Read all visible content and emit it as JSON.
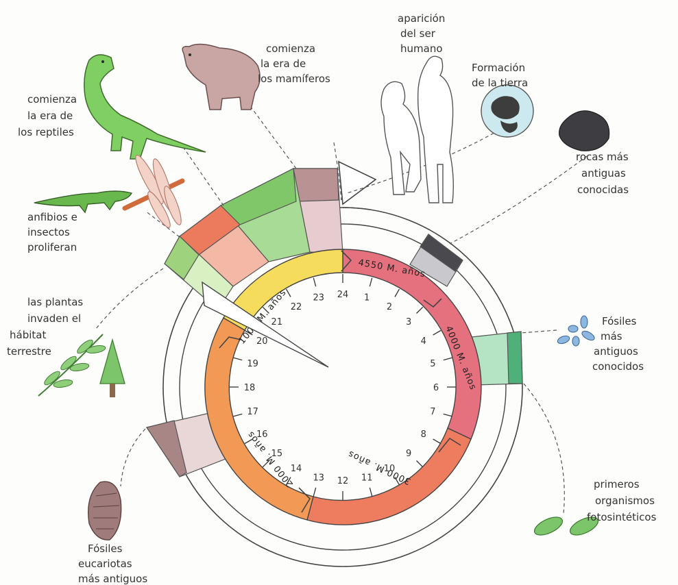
{
  "labels": {
    "humano": [
      "aparición",
      "del ser",
      "humano"
    ],
    "tierra": [
      "Formación",
      "de la tierra"
    ],
    "rocas": [
      "rocas más",
      "antiguas",
      "conocidas"
    ],
    "fosiles": [
      "Fósiles",
      "más",
      "antiguos",
      "conocidos"
    ],
    "fotosinteticos": [
      "primeros",
      "organismos",
      "fotosintéticos"
    ],
    "eucariotas": [
      "Fósiles",
      "eucariotas",
      "más antiguos"
    ],
    "plantas": [
      "las plantas",
      "invaden el",
      "hábitat",
      "terrestre"
    ],
    "anfibios": [
      "anfibios e",
      "insectos",
      "proliferan"
    ],
    "reptiles": [
      "comienza",
      "la era de",
      "los reptiles"
    ],
    "mamiferos": [
      "comienza",
      "la era de",
      "los mamíferos"
    ]
  },
  "clock": {
    "hours": [
      "24",
      "1",
      "2",
      "3",
      "4",
      "5",
      "6",
      "7",
      "8",
      "9",
      "10",
      "11",
      "12",
      "13",
      "14",
      "15",
      "16",
      "17",
      "18",
      "19",
      "20",
      "21",
      "22",
      "23"
    ],
    "arrows": {
      "red1": "4550 M. años",
      "red2": "4000 M. años",
      "red3": "3000 M. años",
      "orange": "2000 M. años",
      "yellow": "1000 M. años"
    }
  },
  "colors": {
    "red_arrow": "#e5707e",
    "orange_arrow": "#f29a55",
    "yellow_arrow": "#f6dc5c",
    "green_band": "#8fce7a",
    "mauve_band": "#c7a4a4",
    "salmon_band": "#ec8a6f",
    "rock": "#3e3e42",
    "dino": "#7fcf62",
    "bear": "#c9a6a3"
  }
}
